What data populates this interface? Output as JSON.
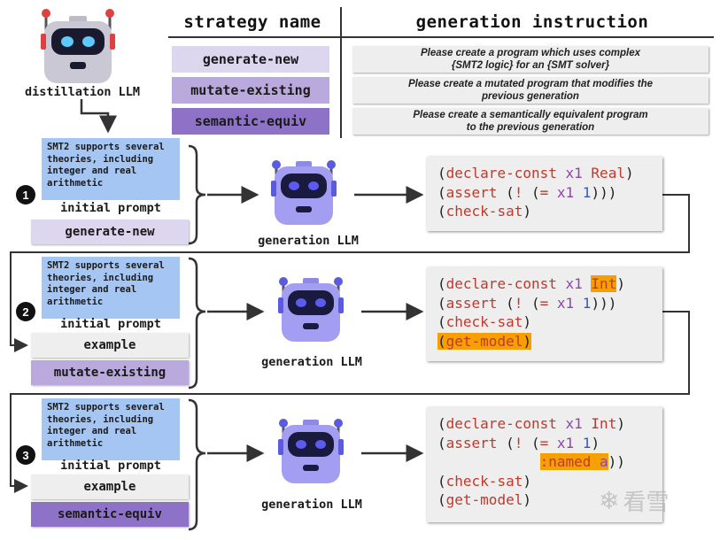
{
  "distill": {
    "label": "distillation LLM"
  },
  "table": {
    "header_strategy": "strategy name",
    "header_instruction": "generation instruction",
    "rows": [
      {
        "strategy": "generate-new",
        "instruction_line1": "Please create a program which uses complex",
        "instruction_line2": "{SMT2 logic} for an {SMT solver}",
        "color": "#dcd6ee"
      },
      {
        "strategy": "mutate-existing",
        "instruction_line1": "Please create a mutated program that modifies the",
        "instruction_line2": "previous generation",
        "color": "#b9a9dc"
      },
      {
        "strategy": "semantic-equiv",
        "instruction_line1": "Please create a semantically equivalent program",
        "instruction_line2": "to the previous generation",
        "color": "#8e72c8"
      }
    ]
  },
  "steps": [
    {
      "number": "1",
      "prompt_text": "SMT2 supports several theories, including integer and real arithmetic",
      "prompt_label": "initial prompt",
      "example_label": "",
      "strategy_label": "generate-new",
      "llm_label": "generation LLM",
      "code": [
        [
          "(",
          "declare-const",
          " ",
          "x1",
          " ",
          "Real",
          ")"
        ],
        [
          "(",
          "assert",
          " (",
          "!",
          " (",
          "=",
          " ",
          "x1",
          " ",
          "1",
          ")))"
        ],
        [
          "(",
          "check-sat",
          ")"
        ]
      ]
    },
    {
      "number": "2",
      "prompt_text": "SMT2 supports several theories, including integer and real arithmetic",
      "prompt_label": "initial prompt",
      "example_label": "example",
      "strategy_label": "mutate-existing",
      "llm_label": "generation LLM"
    },
    {
      "number": "3",
      "prompt_text": "SMT2 supports several theories, including integer and real arithmetic",
      "prompt_label": "initial prompt",
      "example_label": "example",
      "strategy_label": "semantic-equiv",
      "llm_label": "generation LLM"
    }
  ],
  "code_tokens": {
    "declare_const": "declare-const",
    "assert": "assert",
    "not": "!",
    "eq": "=",
    "x1": "x1",
    "one": "1",
    "real": "Real",
    "int": "Int",
    "check_sat": "check-sat",
    "get_model": "get-model",
    "named": ":named",
    "a": "a"
  },
  "colors": {
    "blue_prompt": "#a5c5f3",
    "orange_highlight": "#f5a000",
    "robot_purple": "#9d98f0",
    "robot_gray": "#c9c7d4"
  },
  "watermark": "看雪"
}
